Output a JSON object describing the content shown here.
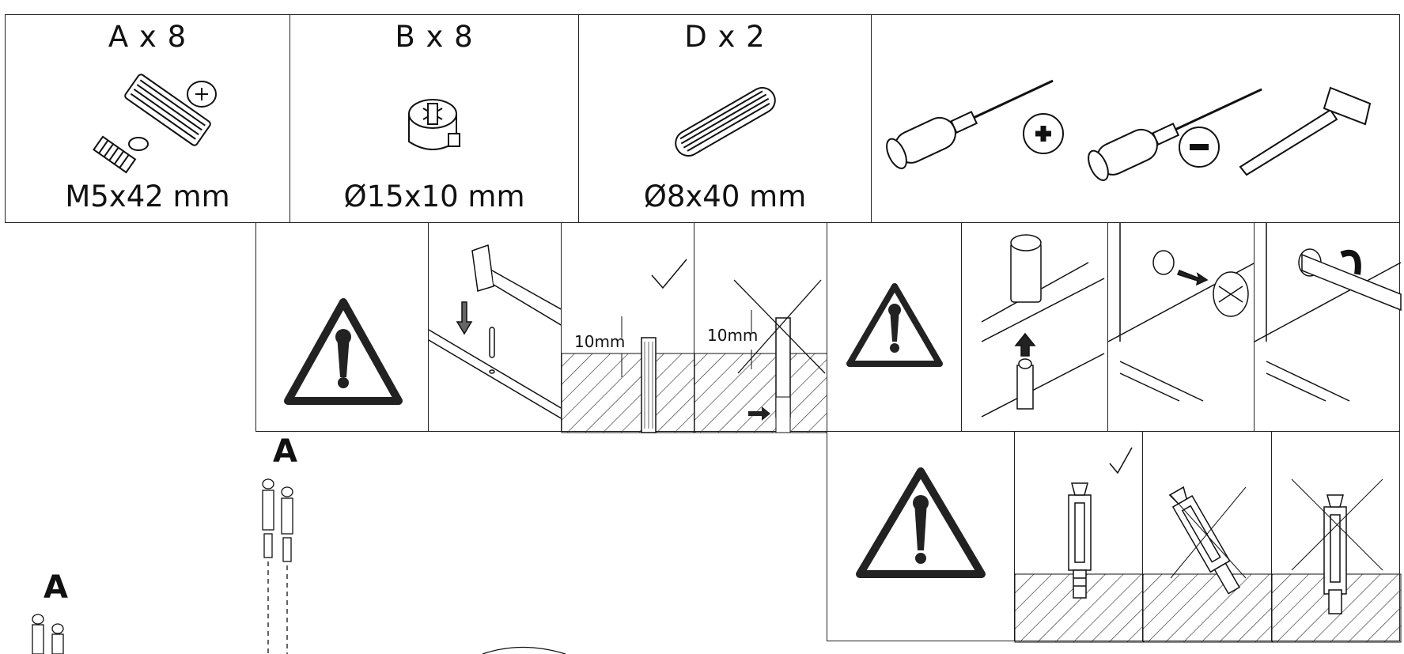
{
  "parts": [
    {
      "label": "A x 8",
      "size": "M5x42 mm",
      "icon": "cam-bolt-icon"
    },
    {
      "label": "B x 8",
      "size": "Ø15x10 mm",
      "icon": "cam-lock-icon"
    },
    {
      "label": "D x 2",
      "size": "Ø8x40 mm",
      "icon": "dowel-icon"
    }
  ],
  "tools": [
    "phillips-screwdriver-icon",
    "flat-screwdriver-icon",
    "hammer-icon"
  ],
  "steps": {
    "dowel_depth_ok": "10mm",
    "dowel_depth_bad": "10mm"
  },
  "callouts": {
    "part_a_upper": "A",
    "part_a_lower": "A"
  }
}
